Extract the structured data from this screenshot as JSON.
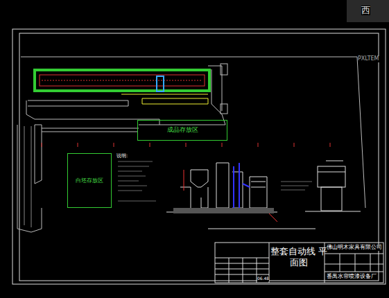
{
  "diagram": {
    "nodes": [
      {
        "text": [
          "白坯存放区"
        ]
      },
      {
        "text": [
          "成品存放区"
        ]
      },
      {
        "text": [
          "整套自动线 平面图"
        ]
      }
    ],
    "labels": [
      "西",
      "PXLTEM",
      "说明:",
      "佛山明木家具有限公司",
      "番禺水帘喷漆设备厂",
      "06.48"
    ]
  }
}
